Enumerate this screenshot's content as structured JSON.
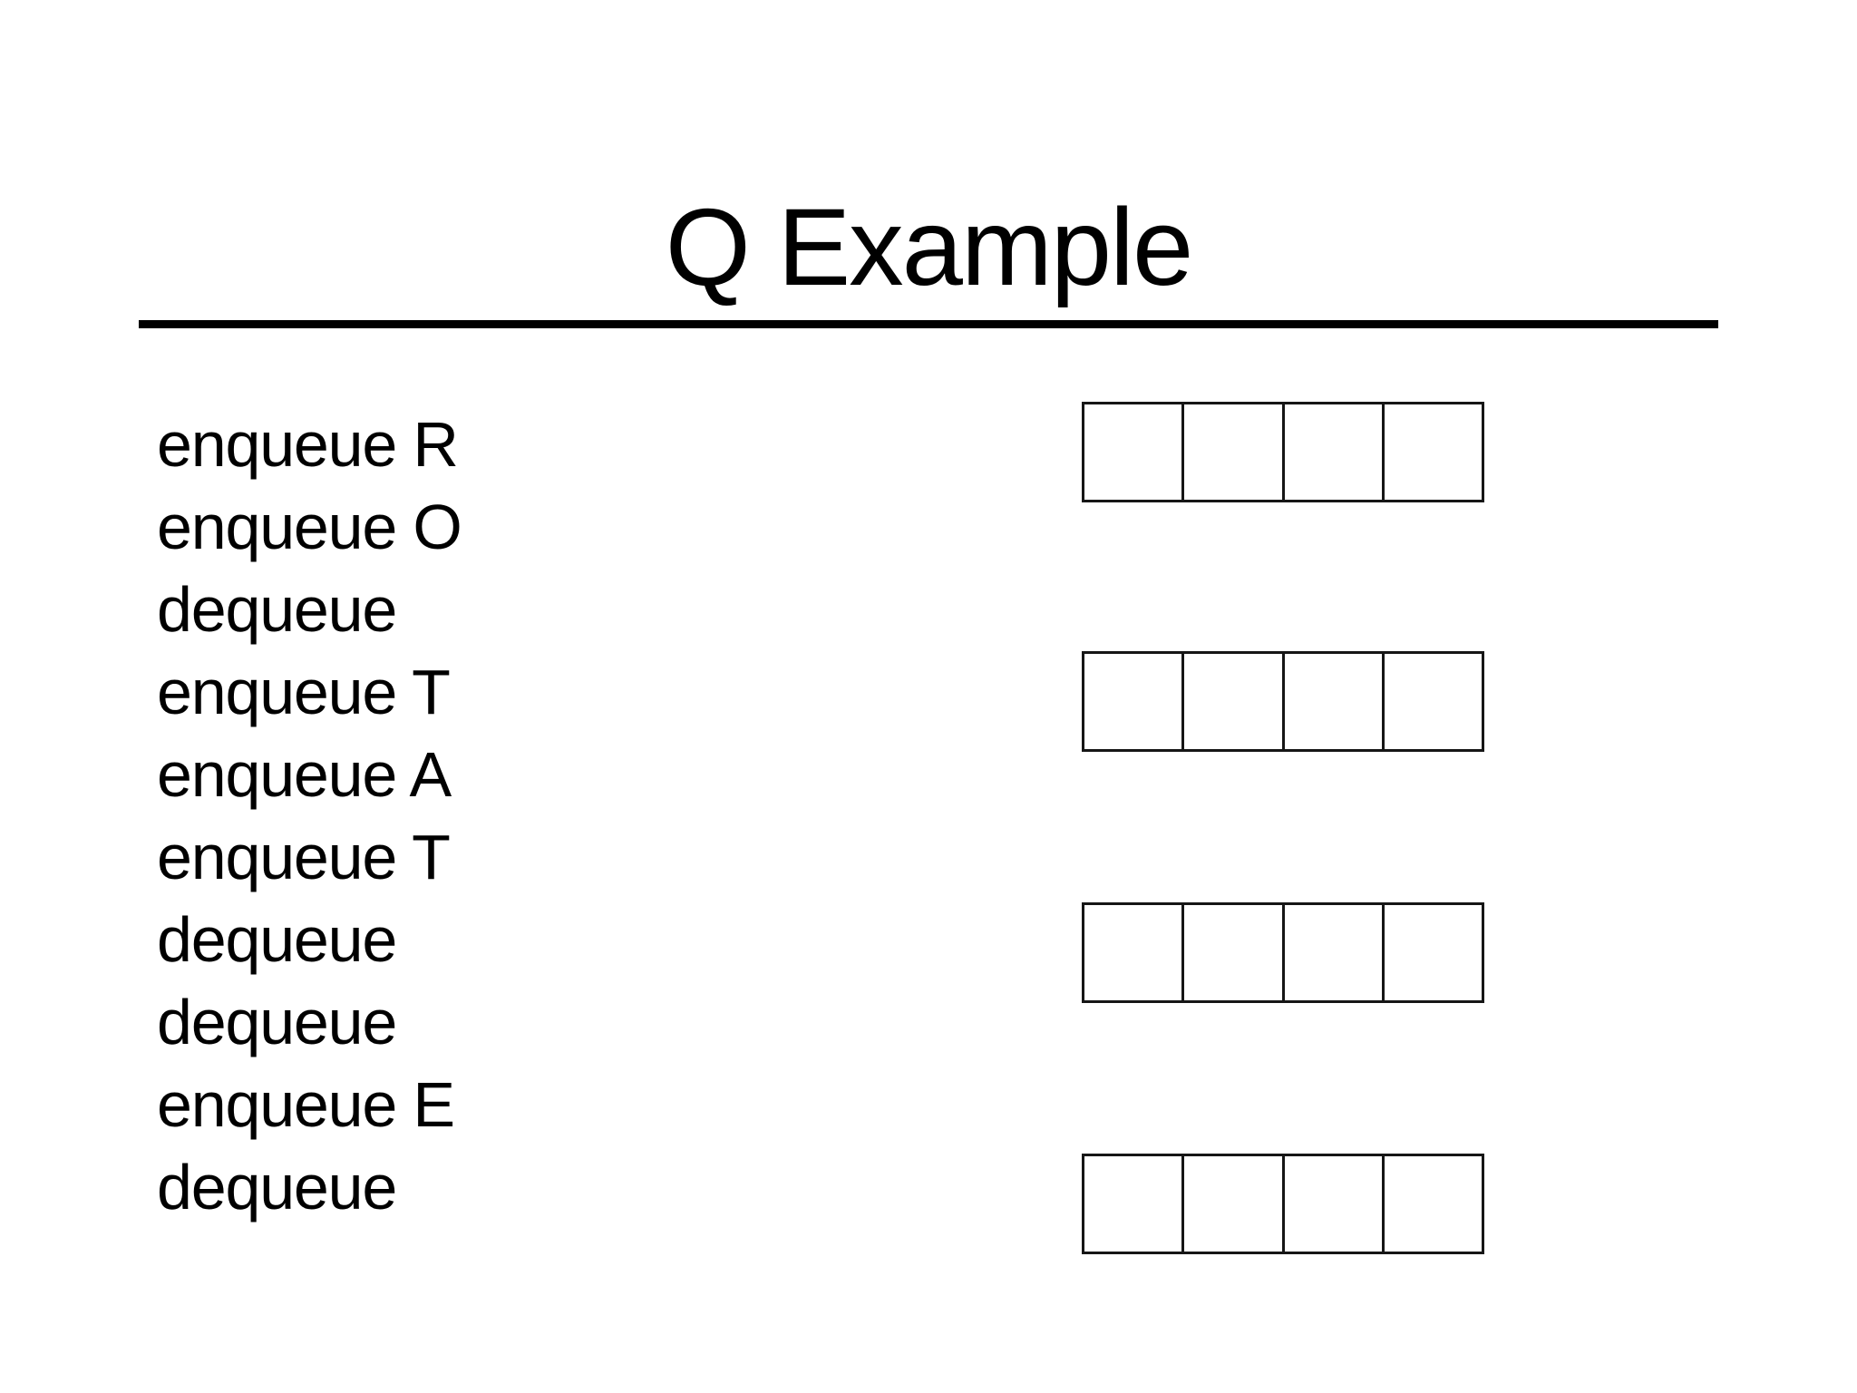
{
  "slide": {
    "title": "Q Example",
    "operations": [
      "enqueue R",
      "enqueue O",
      "dequeue",
      "enqueue T",
      "enqueue A",
      "enqueue T",
      "dequeue",
      "dequeue",
      "enqueue E",
      "dequeue"
    ],
    "queues": [
      {
        "cells": [
          "",
          "",
          "",
          ""
        ]
      },
      {
        "cells": [
          "",
          "",
          "",
          ""
        ]
      },
      {
        "cells": [
          "",
          "",
          "",
          ""
        ]
      },
      {
        "cells": [
          "",
          "",
          "",
          ""
        ]
      }
    ],
    "colors": {
      "background": "#ffffff",
      "text": "#000000",
      "rule": "#000000",
      "box_border": "#161616"
    }
  }
}
